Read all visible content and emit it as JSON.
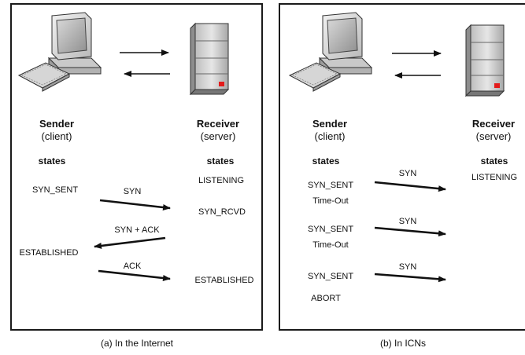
{
  "panel_a": {
    "sender_title": "Sender",
    "sender_sub": "(client)",
    "receiver_title": "Receiver",
    "receiver_sub": "(server)",
    "sender_states_label": "states",
    "receiver_states_label": "states",
    "sender_states": [
      "SYN_SENT",
      "ESTABLISHED"
    ],
    "receiver_states": [
      "LISTENING",
      "SYN_RCVD",
      "ESTABLISHED"
    ],
    "messages": [
      "SYN",
      "SYN + ACK",
      "ACK"
    ],
    "caption": "(a) In the Internet"
  },
  "panel_b": {
    "sender_title": "Sender",
    "sender_sub": "(client)",
    "receiver_title": "Receiver",
    "receiver_sub": "(server)",
    "sender_states_label": "states",
    "receiver_states_label": "states",
    "sender_states": [
      "SYN_SENT",
      "Time-Out",
      "SYN_SENT",
      "Time-Out",
      "SYN_SENT",
      "ABORT"
    ],
    "receiver_states": [
      "LISTENING"
    ],
    "messages": [
      "SYN",
      "SYN",
      "SYN"
    ],
    "caption": "(b) In ICNs"
  },
  "icons": [
    "computer-icon",
    "server-icon"
  ],
  "colors": {
    "server_led": "#e31b1b",
    "border": "#1a1a1a"
  }
}
